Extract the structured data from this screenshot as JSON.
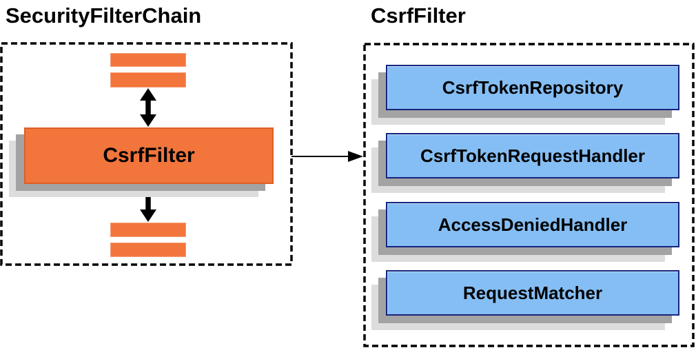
{
  "titles": {
    "left": "SecurityFilterChain",
    "right": "CsrfFilter"
  },
  "security_filter_chain": {
    "filter_label": "CsrfFilter",
    "placeholder_bar_count": 4
  },
  "csrf_filter_panel": {
    "components": [
      "CsrfTokenRepository",
      "CsrfTokenRequestHandler",
      "AccessDeniedHandler",
      "RequestMatcher"
    ]
  },
  "arrows": {
    "top_bidirectional": "double-headed-vertical-arrow",
    "bottom_bidirectional": "double-headed-vertical-arrow",
    "chain_to_panel": "right-arrow"
  },
  "colors": {
    "orange_fill": "#F2753C",
    "orange_border": "#DC5F27",
    "blue_fill": "#85BEF4",
    "blue_border": "#16247E",
    "shadow_dark": "#A3A3A3",
    "shadow_light": "#DDDDDD",
    "dashed_border": "#000000",
    "text": "#000000",
    "background": "#FFFFFF"
  }
}
